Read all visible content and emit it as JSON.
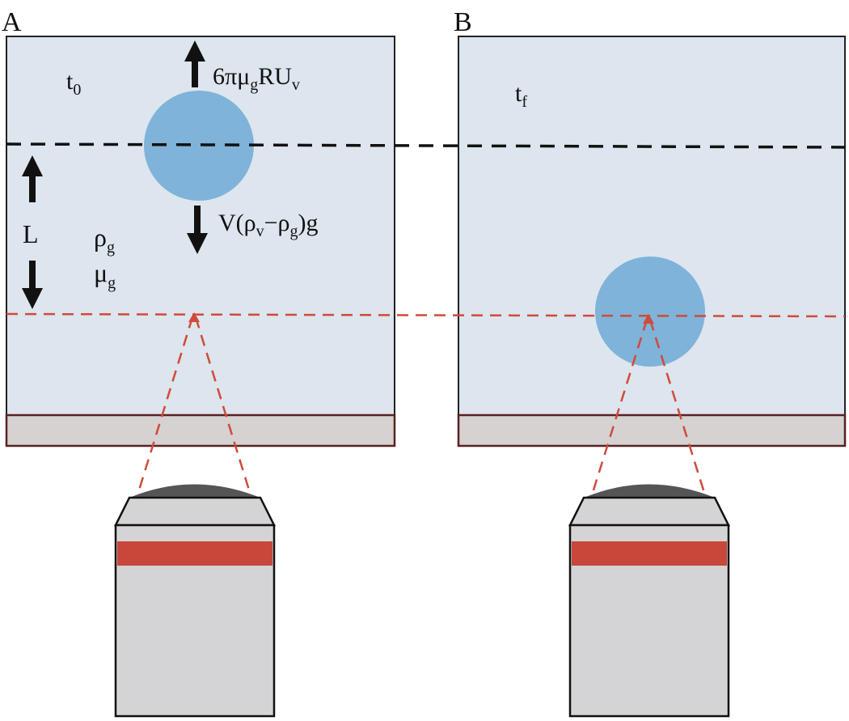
{
  "panels": [
    {
      "letter": "A",
      "time": {
        "base": "t",
        "sub": "0"
      },
      "force_up": {
        "text": "6πμ",
        "sub1": "g",
        "mid": "RU",
        "sub2": "v"
      },
      "force_down": {
        "pre": "V(ρ",
        "sub1": "v",
        "mid": "−ρ",
        "sub2": "g",
        "post": ")g"
      },
      "length_label": "L",
      "density": {
        "base": "ρ",
        "sub": "g"
      },
      "viscosity": {
        "base": "μ",
        "sub": "g"
      }
    },
    {
      "letter": "B",
      "time": {
        "base": "t",
        "sub": "f"
      }
    }
  ],
  "colors": {
    "chamber_fill": "#dde5ee",
    "sphere": "#7fb3d9",
    "focal_line": "#d14a3a",
    "reference_line": "#111111",
    "stage": "#d6d2d2",
    "stage_border": "#5a2020",
    "objective_body": "#d4d4d6",
    "objective_band": "#c8473a",
    "objective_lens": "#555555"
  },
  "icons": [
    "arrow-up-icon",
    "arrow-down-icon",
    "objective-lens-icon",
    "sphere-icon"
  ]
}
